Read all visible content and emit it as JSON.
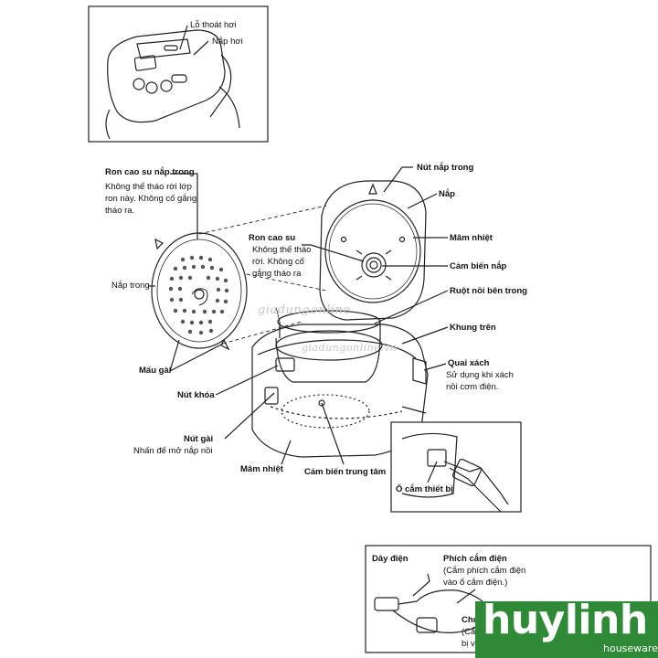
{
  "inset_top": {
    "steam_vent": "Lỗ thoát hơi",
    "steam_cap": "Nắp hơi"
  },
  "left": {
    "inner_lid_gasket_title": "Ron cao su nắp trong",
    "inner_lid_gasket_note": [
      "Không thể tháo rời lớp",
      "ron này. Không cố gắng",
      "tháo ra."
    ],
    "inner_lid": "Nắp trong",
    "clips": "Mấu gài",
    "lock_button": "Nút khóa",
    "release_button_title": "Nút gài",
    "release_button_note": "Nhấn để mở nắp nồi",
    "heating_plate_bottom": "Mâm nhiệt",
    "center_sensor": "Cảm biến trung tâm"
  },
  "lid": {
    "gasket_title": "Ron cao su",
    "gasket_note": [
      "Không thể tháo",
      "rời. Không cố",
      "gắng tháo ra"
    ],
    "inner_lid_button": "Nút nắp trong",
    "lid": "Nắp",
    "heating_plate": "Mâm nhiệt",
    "lid_sensor": "Cảm biến nắp",
    "inner_pot": "Ruột nồi bên trong",
    "upper_frame": "Khung trên",
    "handle_title": "Quai xách",
    "handle_note": [
      "Sử dụng khi xách",
      "nồi cơm điện."
    ],
    "appliance_inlet": "Ổ cắm thiết bị"
  },
  "cord_box": {
    "power_cord": "Dây điện",
    "power_plug": "Phích cắm điện",
    "plug_note": [
      "(Cắm phích cắm điện",
      "vào ổ cắm điện.)"
    ],
    "cut1": "Chu",
    "cut2": "(Cắ",
    "cut3": "bị v"
  },
  "watermark": [
    "giadung",
    "online",
    "giadungonline.vn"
  ],
  "brand": {
    "name": "huylinh",
    "sub": "houseware",
    "color": "#2f8a37"
  }
}
